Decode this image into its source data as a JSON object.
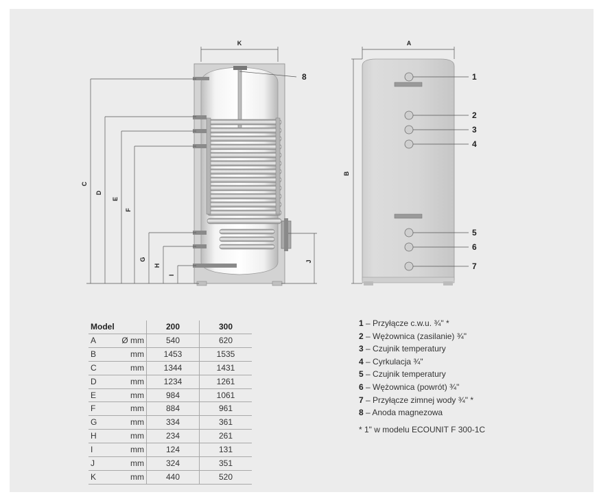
{
  "diagram": {
    "dimension_letters": {
      "K": "K",
      "A": "A",
      "B": "B",
      "C": "C",
      "D": "D",
      "E": "E",
      "F": "F",
      "G": "G",
      "H": "H",
      "I": "I",
      "J": "J"
    },
    "callouts": [
      "1",
      "2",
      "3",
      "4",
      "5",
      "6",
      "7",
      "8"
    ]
  },
  "table": {
    "header": {
      "model": "Model",
      "unit": "",
      "col1": "200",
      "col2": "300"
    },
    "rows": [
      {
        "label": "A",
        "unit": "Ø mm",
        "v1": "540",
        "v2": "620"
      },
      {
        "label": "B",
        "unit": "mm",
        "v1": "1453",
        "v2": "1535"
      },
      {
        "label": "C",
        "unit": "mm",
        "v1": "1344",
        "v2": "1431"
      },
      {
        "label": "D",
        "unit": "mm",
        "v1": "1234",
        "v2": "1261"
      },
      {
        "label": "E",
        "unit": "mm",
        "v1": "984",
        "v2": "1061"
      },
      {
        "label": "F",
        "unit": "mm",
        "v1": "884",
        "v2": "961"
      },
      {
        "label": "G",
        "unit": "mm",
        "v1": "334",
        "v2": "361"
      },
      {
        "label": "H",
        "unit": "mm",
        "v1": "234",
        "v2": "261"
      },
      {
        "label": "I",
        "unit": "mm",
        "v1": "124",
        "v2": "131"
      },
      {
        "label": "J",
        "unit": "mm",
        "v1": "324",
        "v2": "351"
      },
      {
        "label": "K",
        "unit": "mm",
        "v1": "440",
        "v2": "520"
      }
    ]
  },
  "legend": {
    "items": [
      {
        "num": "1",
        "text": " – Przyłącze c.w.u. ¾\" *"
      },
      {
        "num": "2",
        "text": " – Wężownica (zasilanie) ¾\""
      },
      {
        "num": "3",
        "text": " – Czujnik temperatury"
      },
      {
        "num": "4",
        "text": " – Cyrkulacja ¾\""
      },
      {
        "num": "5",
        "text": " – Czujnik temperatury"
      },
      {
        "num": "6",
        "text": " – Wężownica (powrót) ¾\""
      },
      {
        "num": "7",
        "text": " – Przyłącze zimnej wody ¾\" *"
      },
      {
        "num": "8",
        "text": " – Anoda magnezowa"
      }
    ],
    "footnote": "* 1\" w modelu ECOUNIT F 300-1C"
  }
}
